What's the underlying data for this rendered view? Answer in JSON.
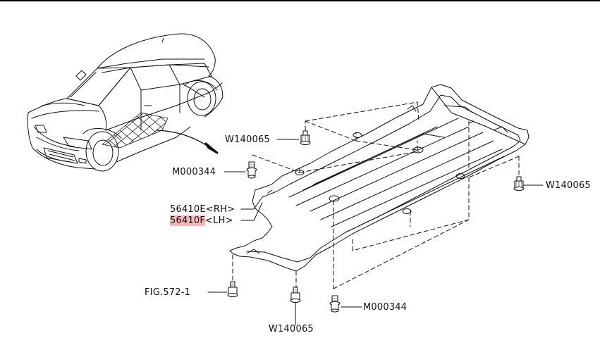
{
  "callouts": {
    "w140065_top": "W140065",
    "m000344_left": "M000344",
    "w140065_right": "W140065",
    "part_rh_number": "56410E",
    "part_rh_side": "<RH>",
    "part_lh_number": "56410F",
    "part_lh_side": "<LH>",
    "fig_ref": "FIG.572-1",
    "w140065_bottom": "W140065",
    "m000344_bottom": "M000344"
  },
  "colors": {
    "line": "#111111",
    "highlight": "#f6b8b8",
    "background": "#ffffff"
  },
  "icons": {
    "bolt": "bolt-icon",
    "clip": "clip-icon",
    "vehicle": "car-illustration"
  }
}
